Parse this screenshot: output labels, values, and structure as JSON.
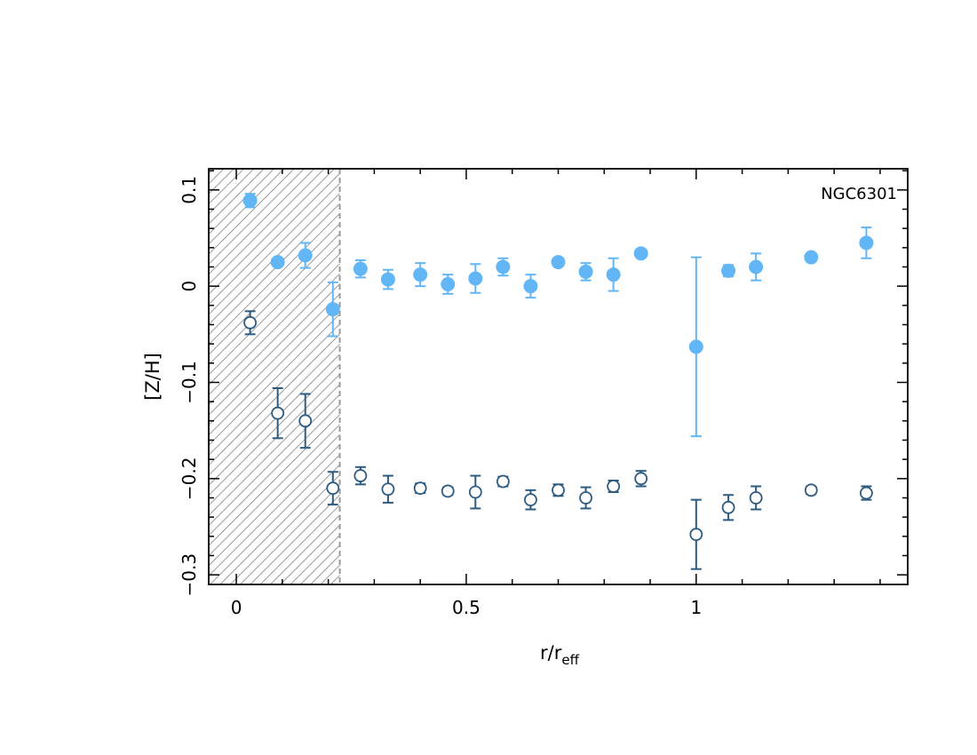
{
  "chart_data": {
    "type": "scatter",
    "title": "",
    "annotation": "NGC6301",
    "xlabel": "r/r",
    "xlabel_sub": "eff",
    "ylabel": "[Z/H]",
    "xlim": [
      -0.06,
      1.46
    ],
    "ylim": [
      -0.31,
      0.122
    ],
    "x_ticks": [
      0,
      0.5,
      1
    ],
    "x_tick_labels": [
      "0",
      "0.5",
      "1"
    ],
    "y_ticks": [
      0.1,
      0,
      -0.1,
      -0.2,
      -0.3
    ],
    "y_tick_labels": [
      "0.1",
      "0",
      "−0.1",
      "−0.2",
      "−0.3"
    ],
    "hatched_region": [
      -0.06,
      0.225
    ],
    "grid": false,
    "legend": "none",
    "series": [
      {
        "marker": "filled-circle",
        "color": "#62b6f6",
        "x": [
          0.03,
          0.09,
          0.15,
          0.21,
          0.27,
          0.33,
          0.4,
          0.46,
          0.52,
          0.58,
          0.64,
          0.7,
          0.76,
          0.82,
          0.88,
          1.0,
          1.07,
          1.13,
          1.25,
          1.37
        ],
        "y": [
          0.089,
          0.025,
          0.032,
          -0.024,
          0.018,
          0.007,
          0.012,
          0.002,
          0.008,
          0.02,
          0.0,
          0.025,
          0.015,
          0.012,
          0.034,
          -0.063,
          0.016,
          0.02,
          0.03,
          0.045
        ],
        "err": [
          0.007,
          0.004,
          0.013,
          0.028,
          0.009,
          0.01,
          0.012,
          0.01,
          0.015,
          0.009,
          0.012,
          0.004,
          0.009,
          0.017,
          0.003,
          0.093,
          0.006,
          0.014,
          0.003,
          0.016
        ]
      },
      {
        "marker": "open-circle",
        "color": "#2e5b80",
        "x": [
          0.03,
          0.09,
          0.15,
          0.21,
          0.27,
          0.33,
          0.4,
          0.46,
          0.52,
          0.58,
          0.64,
          0.7,
          0.76,
          0.82,
          0.88,
          1.0,
          1.07,
          1.13,
          1.25,
          1.37
        ],
        "y": [
          -0.038,
          -0.132,
          -0.14,
          -0.21,
          -0.197,
          -0.211,
          -0.21,
          -0.213,
          -0.214,
          -0.203,
          -0.222,
          -0.212,
          -0.22,
          -0.208,
          -0.2,
          -0.258,
          -0.23,
          -0.22,
          -0.212,
          -0.215
        ],
        "err": [
          0.012,
          0.026,
          0.028,
          0.017,
          0.009,
          0.014,
          0.005,
          0.004,
          0.017,
          0.005,
          0.01,
          0.006,
          0.011,
          0.006,
          0.008,
          0.036,
          0.013,
          0.012,
          0.004,
          0.007
        ]
      }
    ]
  }
}
